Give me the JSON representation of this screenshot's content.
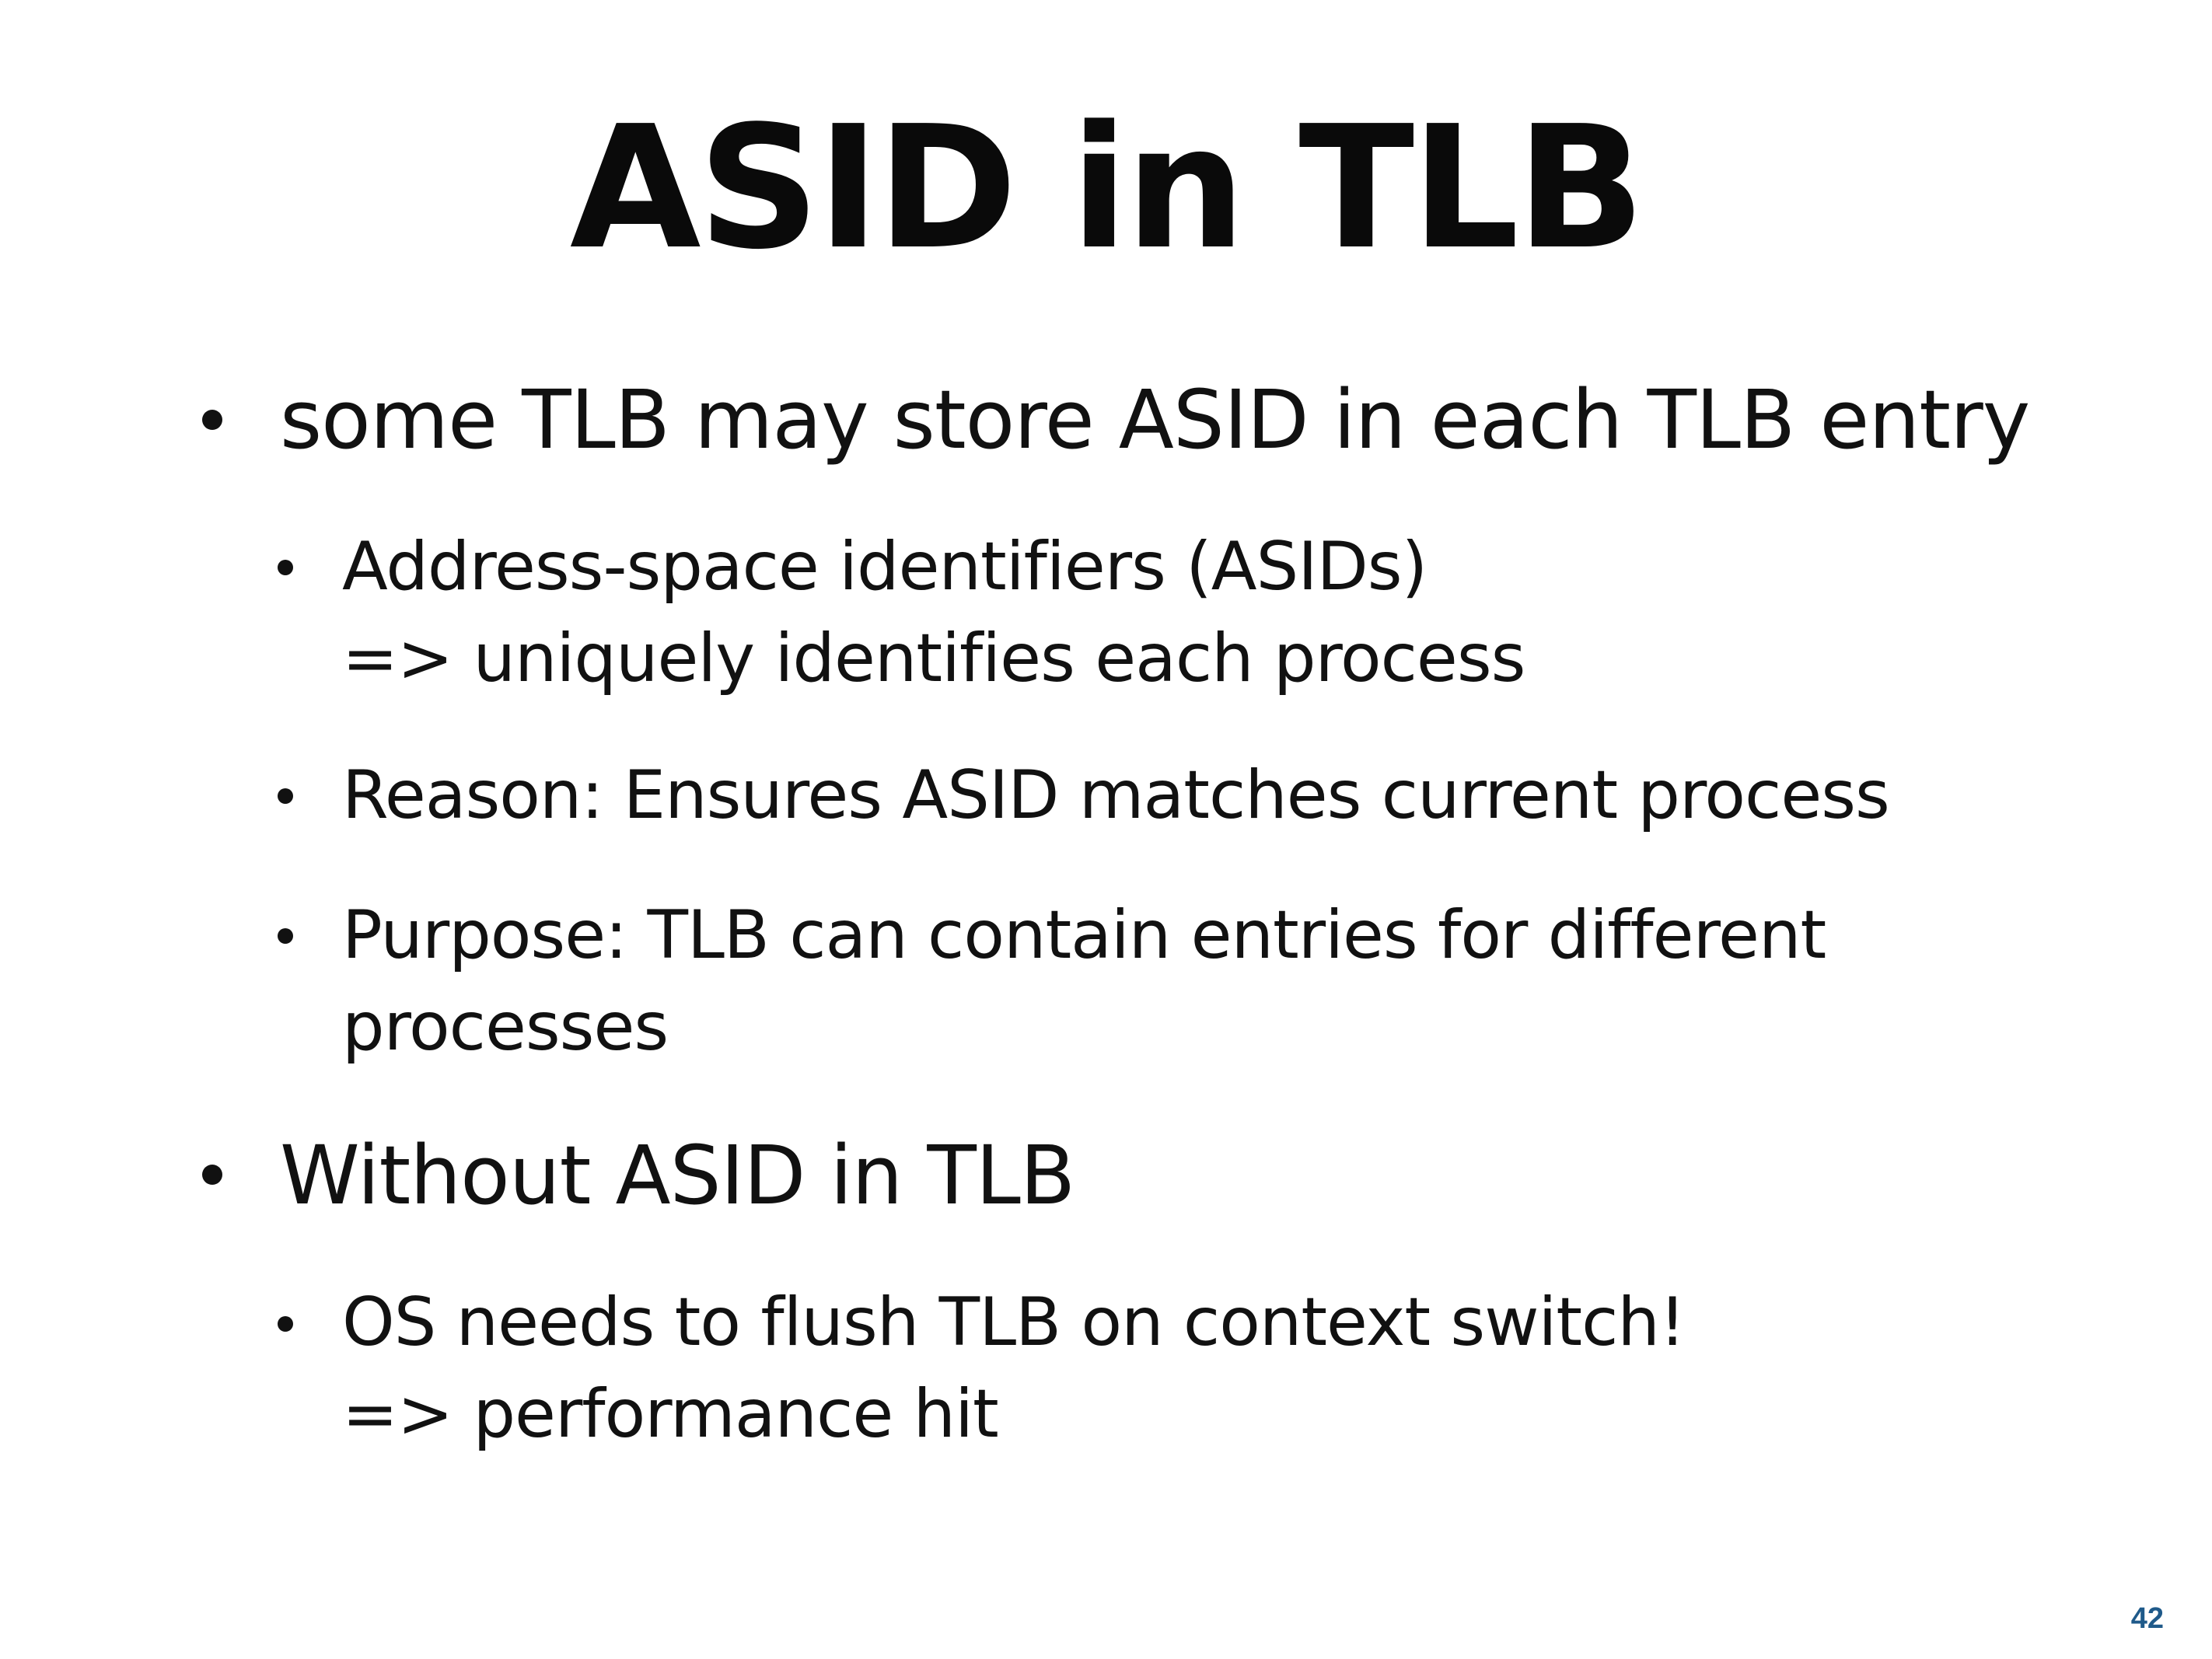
{
  "slide": {
    "title": "ASID in TLB",
    "bullets": [
      {
        "text": "some TLB may store ASID in each TLB entry",
        "children": [
          {
            "lines": [
              "Address-space identifiers (ASIDs)",
              "=> uniquely identifies each process"
            ]
          },
          {
            "lines": [
              "Reason: Ensures ASID matches current process"
            ]
          },
          {
            "lines": [
              "Purpose: TLB can contain entries for different",
              "processes"
            ]
          }
        ]
      },
      {
        "text": "Without ASID in TLB",
        "children": [
          {
            "lines": [
              "OS needs to flush TLB on context switch!",
              "=> performance hit"
            ]
          }
        ]
      }
    ],
    "page_number": "42",
    "colors": {
      "text": "#111111",
      "page_number": "#1f5a8a"
    }
  }
}
